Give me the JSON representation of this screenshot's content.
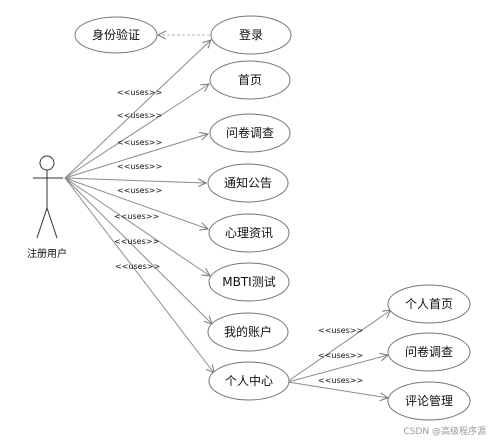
{
  "actor": {
    "label": "注册用户"
  },
  "use_cases": {
    "auth": "身份验证",
    "login": "登录",
    "home": "首页",
    "survey": "问卷调查",
    "notice": "通知公告",
    "psych": "心理资讯",
    "mbti": "MBTI测试",
    "account": "我的账户",
    "center": "个人中心",
    "center_home": "个人首页",
    "center_survey": "问卷调查",
    "comment_mgmt": "评论管理"
  },
  "relation_label": "<<uses>>",
  "watermark": "CSDN @高级程序源"
}
